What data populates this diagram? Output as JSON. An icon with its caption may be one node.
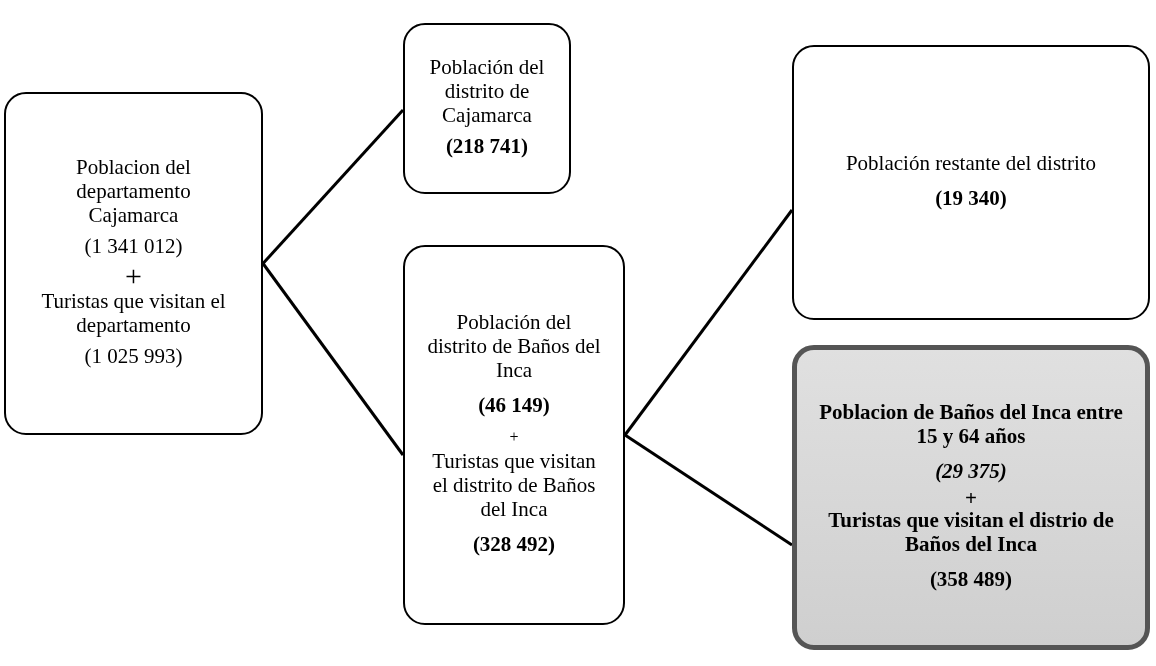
{
  "diagram": {
    "nodes": [
      {
        "text": [
          "Poblacion del departamento Cajamarca",
          "(1 341 012)",
          "+",
          "Turistas que visitan el departamento",
          "(1 025 993)"
        ]
      },
      {
        "text": [
          "Población del distrito de Cajamarca",
          "(218 741)"
        ]
      },
      {
        "text": [
          "Población del distrito de Baños del Inca",
          "(46 149)",
          "+",
          "Turistas que visitan el distrito de Baños del Inca",
          "(328 492)"
        ]
      },
      {
        "text": [
          "Población restante del distrito",
          "(19 340)"
        ]
      },
      {
        "text": [
          "Poblacion de Baños del Inca entre 15 y 64 años",
          "(29 375)",
          "+",
          "Turistas que visitan el distrio de Baños del Inca",
          "(358 489)"
        ]
      }
    ],
    "edges": [
      {
        "from": 0,
        "to": 1,
        "arrow": "none"
      },
      {
        "from": 0,
        "to": 2,
        "arrow": "none"
      },
      {
        "from": 2,
        "to": 3,
        "arrow": "none"
      },
      {
        "from": 2,
        "to": 4,
        "arrow": "none"
      }
    ]
  }
}
